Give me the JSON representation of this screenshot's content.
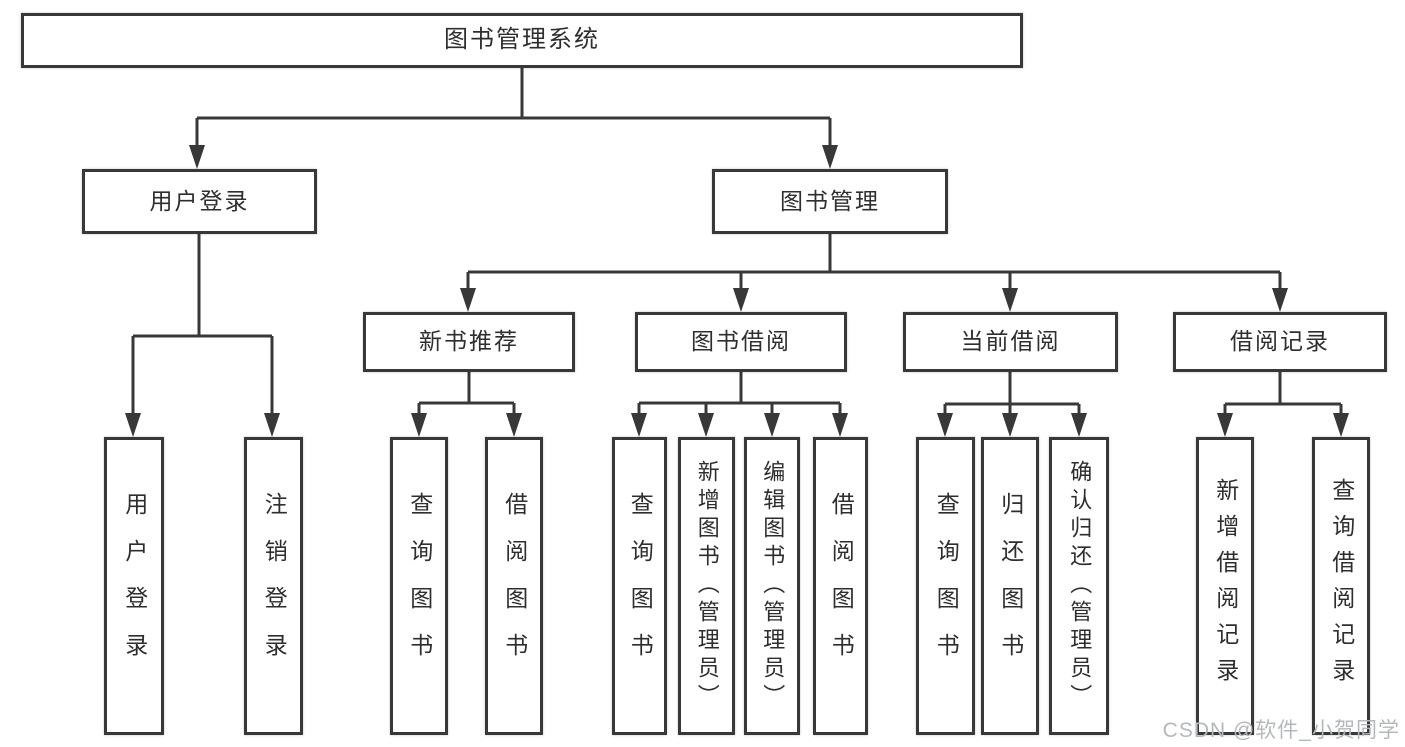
{
  "tree": {
    "root": {
      "label": "图书管理系统",
      "children": [
        {
          "label": "用户登录",
          "children": [
            {
              "label": "用户登录"
            },
            {
              "label": "注销登录"
            }
          ]
        },
        {
          "label": "图书管理",
          "children": [
            {
              "label": "新书推荐",
              "children": [
                {
                  "label": "查询图书"
                },
                {
                  "label": "借阅图书"
                }
              ]
            },
            {
              "label": "图书借阅",
              "children": [
                {
                  "label": "查询图书"
                },
                {
                  "label": "新增图书（管理员）"
                },
                {
                  "label": "编辑图书（管理员）"
                },
                {
                  "label": "借阅图书"
                }
              ]
            },
            {
              "label": "当前借阅",
              "children": [
                {
                  "label": "查询图书"
                },
                {
                  "label": "归还图书"
                },
                {
                  "label": "确认归还（管理员）"
                }
              ]
            },
            {
              "label": "借阅记录",
              "children": [
                {
                  "label": "新增借阅记录"
                },
                {
                  "label": "查询借阅记录"
                }
              ]
            }
          ]
        }
      ]
    }
  },
  "watermark": {
    "text": "CSDN @软件_小贺同学"
  },
  "colors": {
    "line": "#383838",
    "box_border": "#383838",
    "background": "#ffffff",
    "watermark": "#b5b8bb"
  }
}
